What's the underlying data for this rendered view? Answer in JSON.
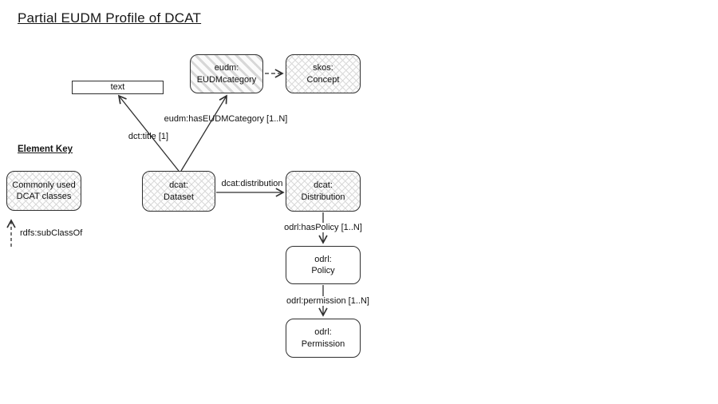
{
  "title": "Partial EUDM Profile of DCAT",
  "colors": {
    "border": "#2f2f2f",
    "line": "#2f2f2f",
    "hatch": "#d9d9d9",
    "background": "#ffffff",
    "text": "#111111"
  },
  "nodes": {
    "text": {
      "label": "text"
    },
    "eudm_category": {
      "line1": "eudm:",
      "line2": "EUDMcategory"
    },
    "skos_concept": {
      "line1": "skos:",
      "line2": "Concept"
    },
    "dataset": {
      "line1": "dcat:",
      "line2": "Dataset"
    },
    "distribution": {
      "line1": "dcat:",
      "line2": "Distribution"
    },
    "policy": {
      "line1": "odrl:",
      "line2": "Policy"
    },
    "permission": {
      "line1": "odrl:",
      "line2": "Permission"
    }
  },
  "edges": {
    "dct_title": "dct:title [1]",
    "has_eudm_category": "eudm:hasEUDMCategory [1..N]",
    "dcat_distribution": "dcat:distribution",
    "has_policy": "odrl:hasPolicy [1..N]",
    "permission": "odrl:permission [1..N]"
  },
  "element_key": {
    "heading": "Element Key",
    "class_box": {
      "line1": "Commonly used",
      "line2": "DCAT classes"
    },
    "subclass_label": "rdfs:subClassOf"
  }
}
